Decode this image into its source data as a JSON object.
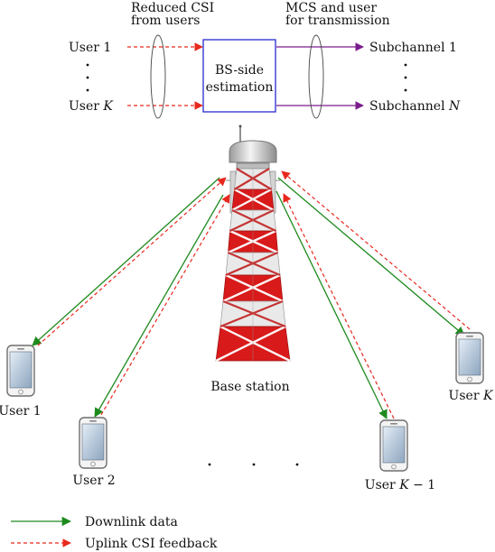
{
  "header": {
    "reduced_csi_line1": "Reduced CSI",
    "reduced_csi_line2": "from users",
    "mcs_line1": "MCS and user",
    "mcs_line2": "for transmission"
  },
  "estimator": {
    "line1": "BS-side",
    "line2": "estimation"
  },
  "inputs": {
    "user_first": "User 1",
    "user_last_prefix": "User ",
    "user_last_var": "K"
  },
  "outputs": {
    "first": "Subchannel 1",
    "last_prefix": "Subchannel ",
    "last_var": "N"
  },
  "tower": {
    "label": "Base station"
  },
  "users": {
    "u1": "User 1",
    "u2": "User 2",
    "uk1_prefix": "User ",
    "uk1_var": "K",
    "uk1_suffix": " − 1",
    "uk_prefix": "User ",
    "uk_var": "K"
  },
  "legend": {
    "downlink": "Downlink data",
    "uplink": "Uplink CSI feedback"
  },
  "colors": {
    "downlink": "#1e8a1e",
    "uplink": "#e8281e",
    "output_arrow": "#7a1c8c",
    "block_border": "#2a2ad0",
    "tower_red": "#d81a1a",
    "tower_white": "#e9e9e9"
  },
  "icons": {
    "phone": "smartphone-icon",
    "tower": "cell-tower-icon"
  }
}
